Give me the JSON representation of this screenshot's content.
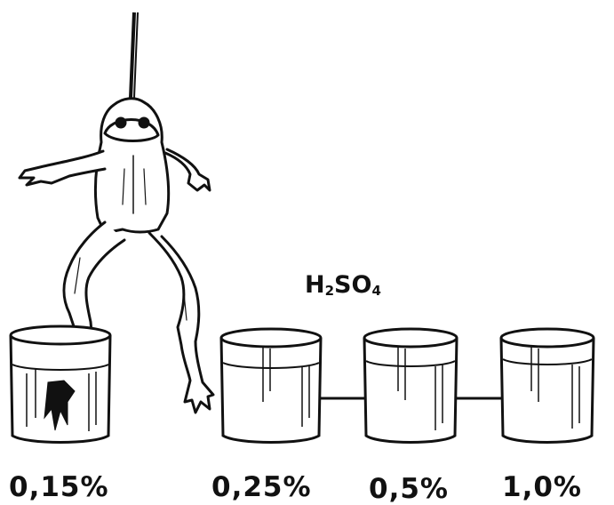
{
  "diagram": {
    "reagent": {
      "base": "H",
      "sub1": "2",
      "mid": "SO",
      "sub2": "4"
    },
    "beakers": [
      {
        "label": "0,15%"
      },
      {
        "label": "0,25%"
      },
      {
        "label": "0,5%"
      },
      {
        "label": "1,0%"
      }
    ]
  }
}
